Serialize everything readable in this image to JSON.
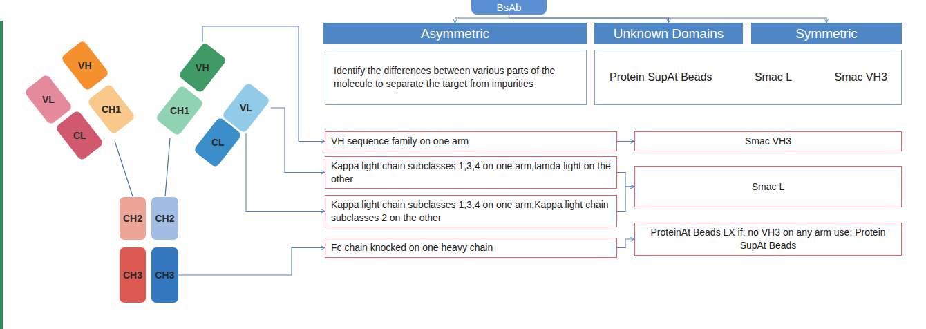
{
  "diagram": {
    "nodes": [
      {
        "text": [
          "BsAb"
        ]
      },
      {
        "text": [
          "Asymmetric"
        ]
      },
      {
        "text": [
          "Unknown Domains"
        ]
      },
      {
        "text": [
          "Symmetric"
        ]
      },
      {
        "text": [
          "Identify the differences between various parts of the molecule to separate the target from impurities"
        ]
      },
      {
        "text": [
          "Protein SupAt Beads",
          "Smac L",
          "Smac VH3"
        ]
      },
      {
        "text": [
          "VH sequence family on one arm"
        ]
      },
      {
        "text": [
          "Kappa light chain subclasses 1,3,4 on one arm,lamda light on the other"
        ]
      },
      {
        "text": [
          "Kappa light chain subclasses 1,3,4 on one arm,Kappa light chain subclasses 2 on the other"
        ]
      },
      {
        "text": [
          "Fc chain knocked on one heavy chain"
        ]
      },
      {
        "text": [
          "Smac VH3"
        ]
      },
      {
        "text": [
          "Smac L"
        ]
      },
      {
        "text": [
          "ProteinAt Beads LX if: no VH3 on any arm use: Protein SupAt Beads"
        ]
      },
      {
        "text": [
          "VL"
        ]
      },
      {
        "text": [
          "VH"
        ]
      },
      {
        "text": [
          "CH1"
        ]
      },
      {
        "text": [
          "CL"
        ]
      },
      {
        "text": [
          "VH"
        ]
      },
      {
        "text": [
          "VL"
        ]
      },
      {
        "text": [
          "CH1"
        ]
      },
      {
        "text": [
          "CL"
        ]
      },
      {
        "text": [
          "CH2"
        ]
      },
      {
        "text": [
          "CH2"
        ]
      },
      {
        "text": [
          "CH3"
        ]
      },
      {
        "text": [
          "CH3"
        ]
      }
    ],
    "edges": [
      {
        "from": 0,
        "to": 1,
        "arrow": "to"
      },
      {
        "from": 0,
        "to": 2,
        "arrow": "to"
      },
      {
        "from": 0,
        "to": 3,
        "arrow": "to"
      },
      {
        "from": 17,
        "to": 6,
        "arrow": "to"
      },
      {
        "from": 18,
        "to": 7,
        "arrow": "to"
      },
      {
        "from": 18,
        "to": 8,
        "arrow": "to"
      },
      {
        "from": 24,
        "to": 9,
        "arrow": "to"
      },
      {
        "from": 6,
        "to": 10,
        "arrow": "to"
      },
      {
        "from": 7,
        "to": 11,
        "arrow": "to"
      },
      {
        "from": 8,
        "to": 11,
        "arrow": "to"
      },
      {
        "from": 9,
        "to": 12,
        "arrow": "to"
      }
    ]
  }
}
